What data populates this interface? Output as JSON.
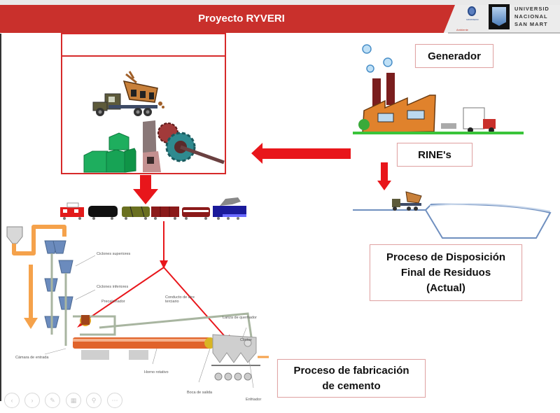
{
  "header": {
    "title": "Proyecto RYVERI",
    "university_logo_text": "UNIVERSID\nNACIONAL\nSAN MART",
    "ministry_logo_text": "MINISTERIO",
    "ministry_subtext": "Ambiente"
  },
  "flow": {
    "generator_label": "Generador",
    "rines_label": "RINE's",
    "disposal_label_lines": [
      "Proceso de Disposición",
      "Final de Residuos",
      "(Actual)"
    ],
    "cement_label_lines": [
      "Proceso de fabricación",
      "de cemento"
    ]
  },
  "cement_diagram": {
    "labels": {
      "upper_cyclones": "Ciclones superiores",
      "lower_cyclones": "Ciclones inferiores",
      "precalciner": "Precalcinador",
      "entry_chamber": "Cámara de entrada",
      "tertiary_air_duct": "Conducto de aire terciario",
      "rotary_kiln": "Horno rotativo",
      "burner_lance": "Lanza de quemador",
      "clinker": "Clinker",
      "outlet_mouth": "Boca de salida",
      "cooler": "Enfriador"
    }
  },
  "nav": {
    "icons": [
      "previous-icon",
      "next-icon",
      "pen-icon",
      "slides-icon",
      "zoom-icon",
      "more-icon"
    ],
    "glyphs": [
      "‹",
      "›",
      "✎",
      "▦",
      "⚲",
      "⋯"
    ]
  },
  "colors": {
    "header_red": "#c9302c",
    "arrow_red": "#e8161b",
    "box_border": "#e0a5a5",
    "flow_orange": "#f5a24b"
  }
}
